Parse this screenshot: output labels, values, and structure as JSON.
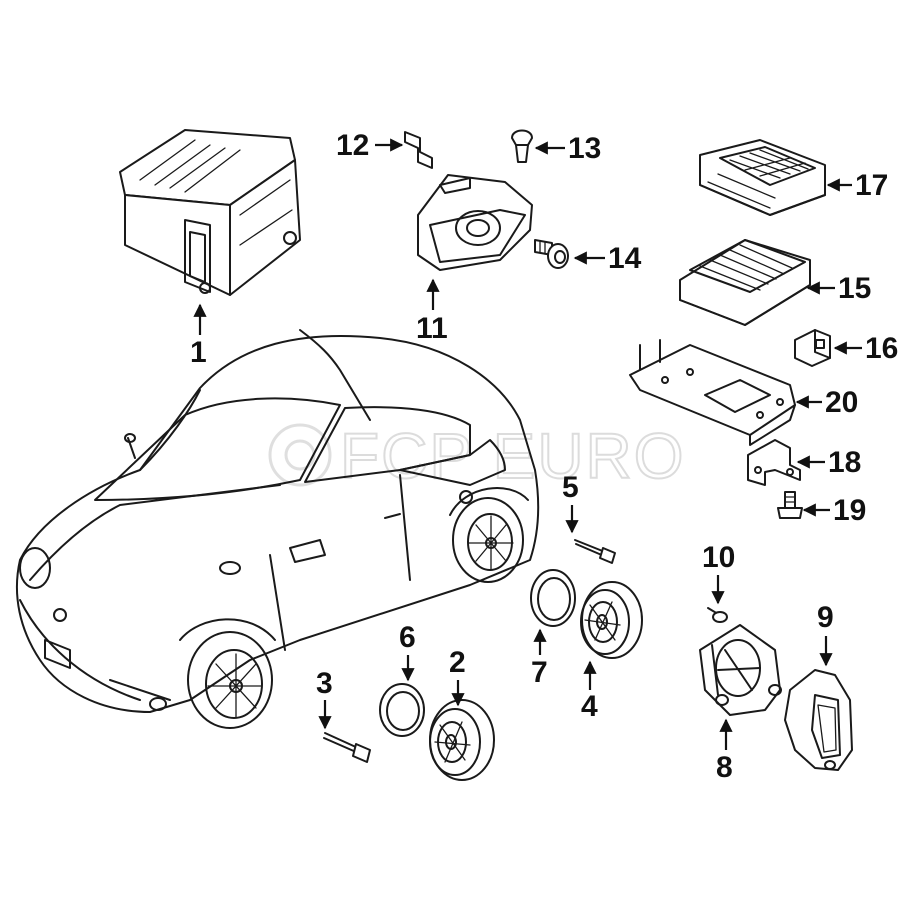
{
  "watermark": "FCP EURO",
  "callouts": [
    {
      "id": "c1",
      "label": "1",
      "part": "radio-head-unit"
    },
    {
      "id": "c2",
      "label": "2",
      "part": "left-door-speaker"
    },
    {
      "id": "c3",
      "label": "3",
      "part": "left-speaker-bolt"
    },
    {
      "id": "c4",
      "label": "4",
      "part": "right-door-speaker"
    },
    {
      "id": "c5",
      "label": "5",
      "part": "right-speaker-bolt"
    },
    {
      "id": "c6",
      "label": "6",
      "part": "left-speaker-seal-ring"
    },
    {
      "id": "c7",
      "label": "7",
      "part": "right-speaker-seal-ring"
    },
    {
      "id": "c8",
      "label": "8",
      "part": "subwoofer-housing"
    },
    {
      "id": "c9",
      "label": "9",
      "part": "subwoofer-cover"
    },
    {
      "id": "c10",
      "label": "10",
      "part": "subwoofer-screw"
    },
    {
      "id": "c11",
      "label": "11",
      "part": "center-speaker"
    },
    {
      "id": "c12",
      "label": "12",
      "part": "bracket-clip"
    },
    {
      "id": "c13",
      "label": "13",
      "part": "push-clip"
    },
    {
      "id": "c14",
      "label": "14",
      "part": "mounting-screw"
    },
    {
      "id": "c15",
      "label": "15",
      "part": "amplifier"
    },
    {
      "id": "c16",
      "label": "16",
      "part": "connector-clip"
    },
    {
      "id": "c17",
      "label": "17",
      "part": "amplifier-cover"
    },
    {
      "id": "c18",
      "label": "18",
      "part": "small-bracket"
    },
    {
      "id": "c19",
      "label": "19",
      "part": "bracket-bolt"
    },
    {
      "id": "c20",
      "label": "20",
      "part": "amplifier-bracket"
    }
  ]
}
